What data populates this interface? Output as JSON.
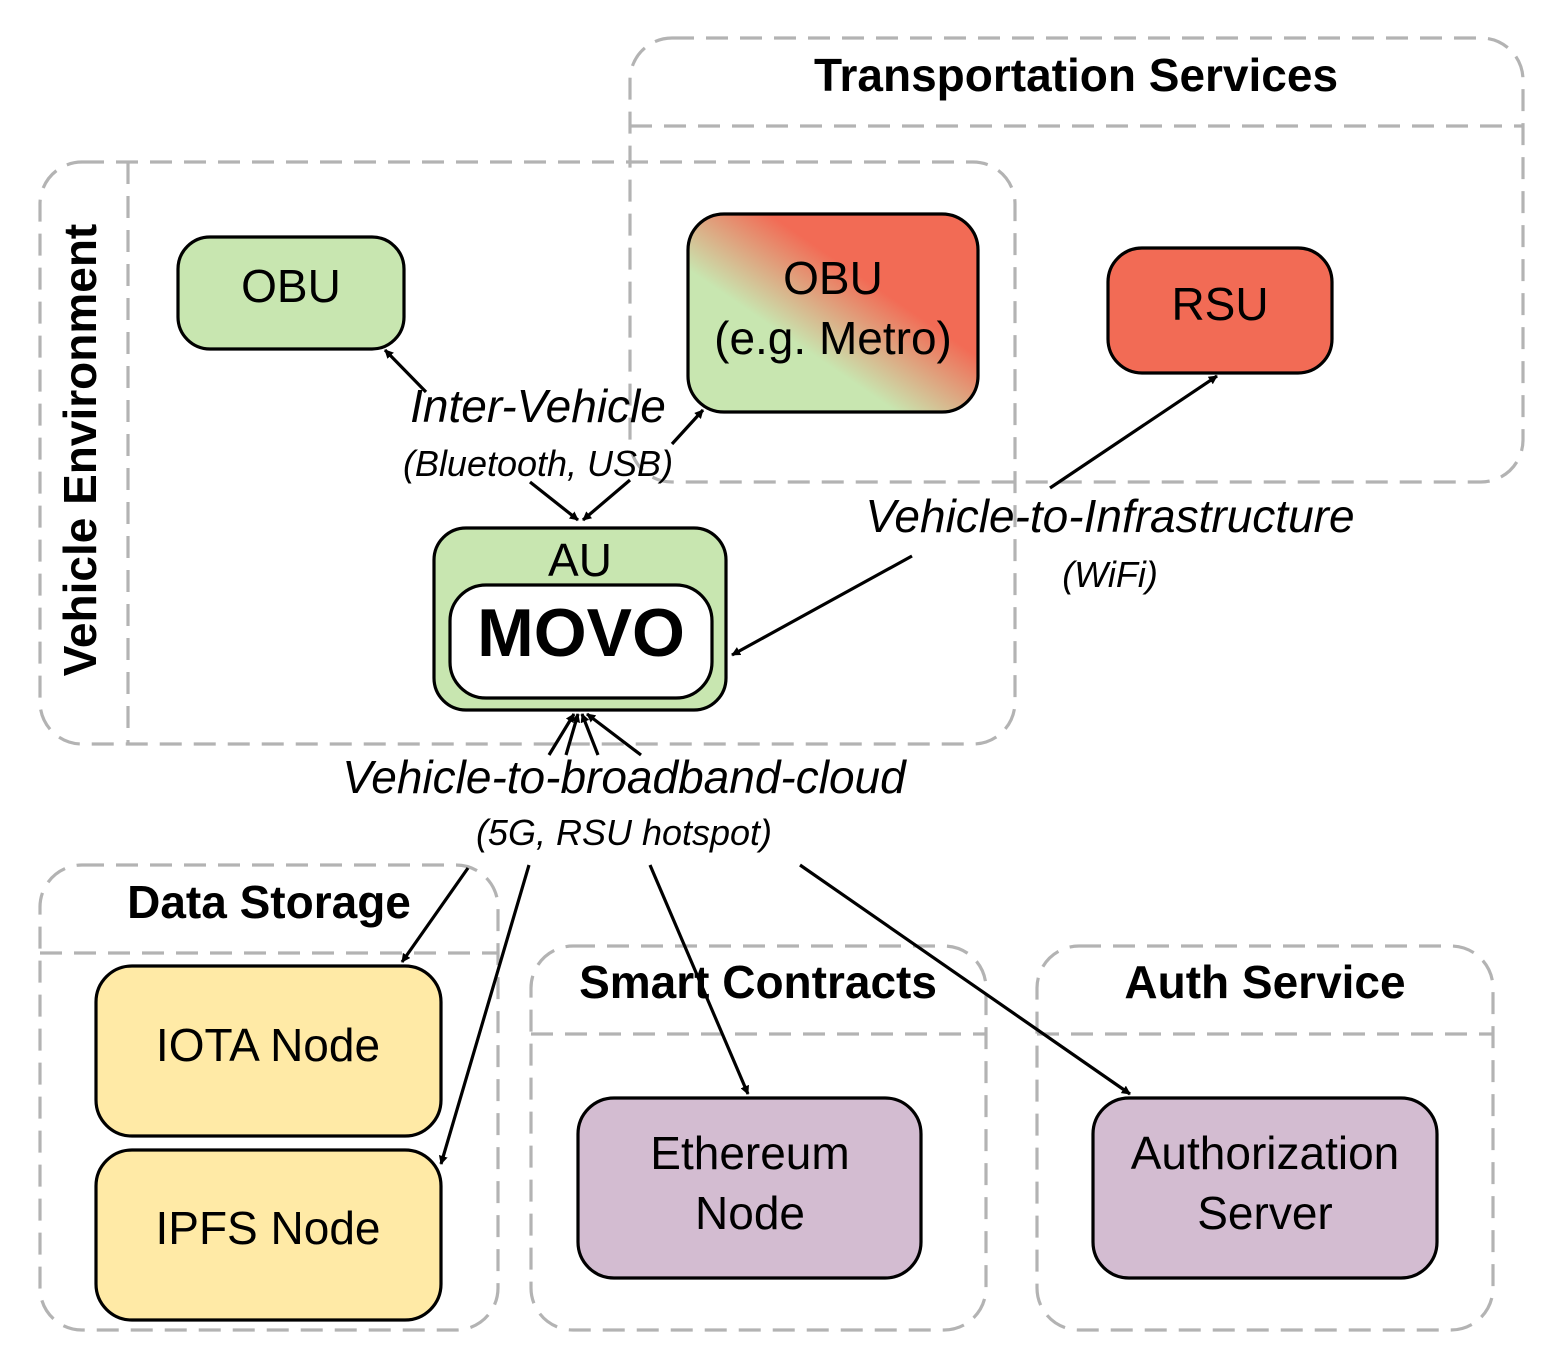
{
  "groups": {
    "transportation": {
      "title": "Transportation Services"
    },
    "vehicle": {
      "title": "Vehicle Environment"
    },
    "storage": {
      "title": "Data Storage"
    },
    "contracts": {
      "title": "Smart Contracts"
    },
    "auth": {
      "title": "Auth Service"
    }
  },
  "nodes": {
    "obu": {
      "label": "OBU"
    },
    "obu_metro": {
      "line1": "OBU",
      "line2": "(e.g. Metro)"
    },
    "rsu": {
      "label": "RSU"
    },
    "au": {
      "label": "AU",
      "inner": "MOVO"
    },
    "iota": {
      "label": "IOTA Node"
    },
    "ipfs": {
      "label": "IPFS Node"
    },
    "ethereum": {
      "line1": "Ethereum",
      "line2": "Node"
    },
    "authorization": {
      "line1": "Authorization",
      "line2": "Server"
    }
  },
  "edges": {
    "inter_vehicle": {
      "label": "Inter-Vehicle",
      "sub": "(Bluetooth, USB)"
    },
    "v2i": {
      "label": "Vehicle-to-Infrastructure",
      "sub": "(WiFi)"
    },
    "v2c": {
      "label": "Vehicle-to-broadband-cloud",
      "sub": "(5G, RSU hotspot)"
    }
  },
  "colors": {
    "obu_green": "#c8e6b0",
    "rsu_red": "#f26b55",
    "storage_yellow": "#ffeaa6",
    "purple": "#d3bcd1",
    "dash_gray": "#b3b3b3"
  }
}
